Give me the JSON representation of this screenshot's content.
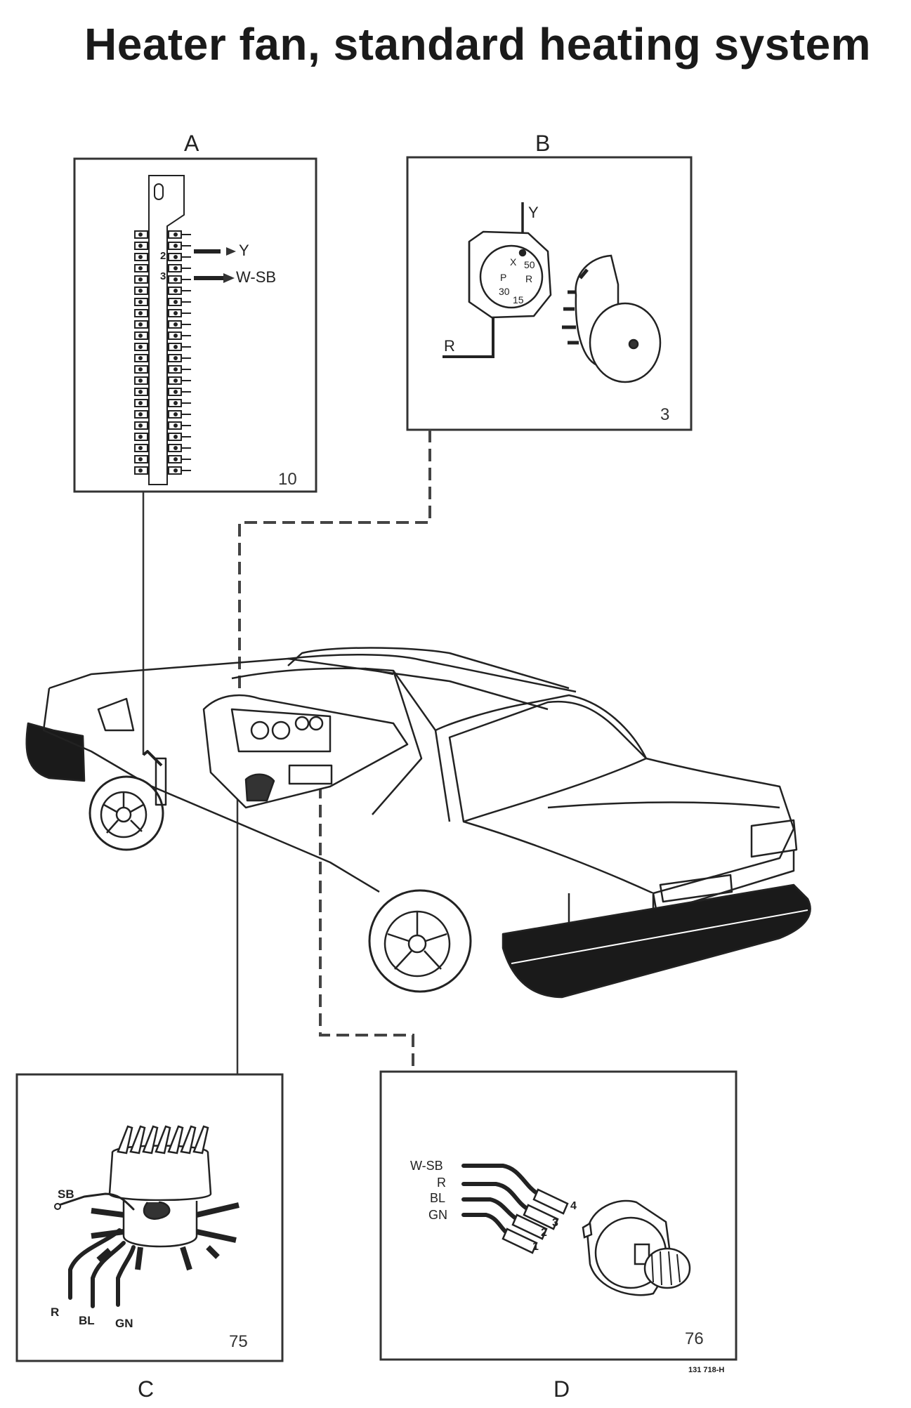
{
  "title": "Heater fan, standard heating system",
  "panels": {
    "A": {
      "letter": "A",
      "number": "10",
      "labels": [
        "Y",
        "W-SB"
      ],
      "pins": [
        "2",
        "3"
      ]
    },
    "B": {
      "letter": "B",
      "number": "3",
      "labels": [
        "Y",
        "R"
      ],
      "switch_marks": [
        "X",
        "50",
        "P",
        "R",
        "30",
        "15"
      ]
    },
    "C": {
      "letter": "C",
      "number": "75",
      "labels": [
        "SB",
        "R",
        "BL",
        "GN"
      ]
    },
    "D": {
      "letter": "D",
      "number": "76",
      "labels": [
        "W-SB",
        "R",
        "BL",
        "GN"
      ],
      "pins": [
        "4",
        "3",
        "2",
        "1"
      ]
    }
  },
  "figure_ref": "131 718-H"
}
